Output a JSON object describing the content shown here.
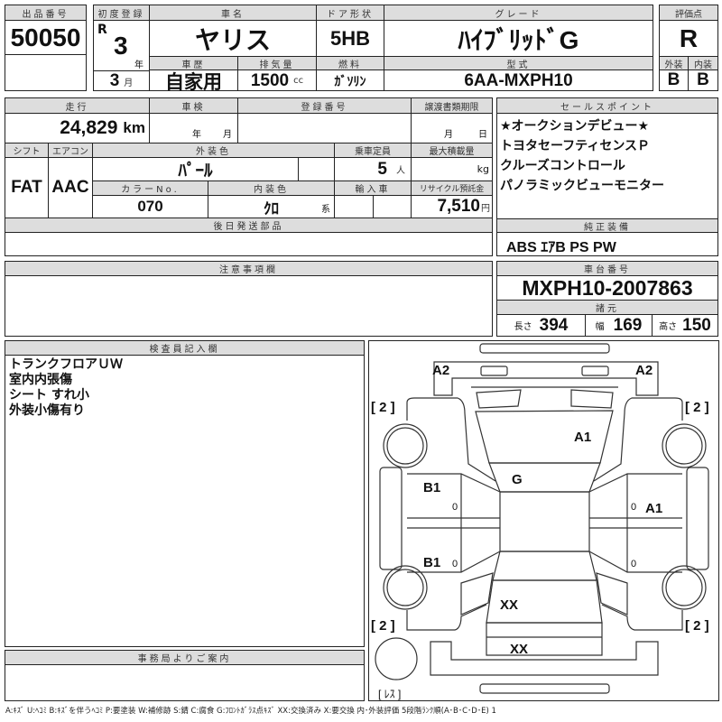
{
  "lot": {
    "label": "出品番号",
    "value": "50050"
  },
  "header": {
    "first_reg_label": "初度登録",
    "era": "R",
    "year": "3",
    "year_unit": "年",
    "month": "3",
    "month_unit": "月",
    "car_name_label": "車名",
    "car_name": "ヤリス",
    "history_label": "車歴",
    "history": "自家用",
    "displacement_label": "排気量",
    "displacement": "1500",
    "displacement_unit": "cc",
    "door_label": "ドア形状",
    "door": "5HB",
    "fuel_label": "燃料",
    "fuel": "ｶﾞｿﾘﾝ",
    "grade_label": "グレード",
    "grade": "ﾊｲﾌﾞﾘｯﾄﾞG",
    "model_label": "型式",
    "model": "6AA-MXPH10"
  },
  "score": {
    "label": "評価点",
    "value": "R",
    "exterior_label": "外装",
    "interior_label": "内装",
    "exterior": "B",
    "interior": "B"
  },
  "details": {
    "mileage_label": "走行",
    "mileage": "24,829",
    "mileage_unit": "km",
    "inspection_label": "車検",
    "inspection_year_unit": "年",
    "inspection_month_unit": "月",
    "reg_no_label": "登録番号",
    "transfer_label": "譲渡書類期限",
    "transfer_month_unit": "月",
    "transfer_day_unit": "日",
    "shift_label": "シフト",
    "shift": "FAT",
    "ac_label": "エアコン",
    "ac": "AAC",
    "ext_color_label": "外装色",
    "ext_color": "ﾊﾟｰﾙ",
    "capacity_label": "乗車定員",
    "capacity": "5",
    "capacity_unit": "人",
    "load_label": "最大積載量",
    "load_unit": "kg",
    "color_no_label": "カラーNo.",
    "color_no": "070",
    "int_color_label": "内装色",
    "int_color": "ｸﾛ",
    "int_color_suffix": "系",
    "import_label": "輸入車",
    "recycle_label": "リサイクル預託金",
    "recycle": "7,510",
    "recycle_unit": "円",
    "later_parts_label": "後日発送部品"
  },
  "sales_points": {
    "label": "セールスポイント",
    "items": [
      "★オークションデビュー★",
      "トヨタセーフティセンスＰ",
      "クルーズコントロール",
      "パノラミックビューモニター"
    ]
  },
  "equipment": {
    "label": "純正装備",
    "value": "ABS ｴｱB PS PW"
  },
  "notes": {
    "label": "注意事項欄"
  },
  "chassis": {
    "label": "車台番号",
    "value": "MXPH10-2007863",
    "spec_label": "諸元",
    "length_label": "長さ",
    "length": "394",
    "width_label": "幅",
    "width": "169",
    "height_label": "高さ",
    "height": "150"
  },
  "inspector": {
    "label": "検査員記入欄",
    "items": [
      "トランクフロアＵＷ",
      "室内内張傷",
      "シート すれ小",
      "外装小傷有り"
    ]
  },
  "office": {
    "label": "事務局よりご案内"
  },
  "diagram": {
    "marks": {
      "front_left": "A2",
      "front_right": "A2",
      "bonnet": "A1",
      "windshield": "G",
      "left_front_door": "B1",
      "left_rear_door": "B1",
      "right_front_door": "A1",
      "rear_hatch": "XX",
      "rear_bumper": "XX",
      "zero": "0",
      "tire_fl": "[ 2 ]",
      "tire_fr": "[ 2 ]",
      "tire_rl": "[ 2 ]",
      "tire_rr": "[ 2 ]",
      "spare": "[ ﾚｽ ]"
    }
  },
  "legend": "A:ｷｽﾞ U:ﾍｺﾐ B:ｷｽﾞを伴うﾍｺﾐ P:要塗装 W:補修跡 S:錆 C:腐食 G:ﾌﾛﾝﾄｶﾞﾗｽ点ｷｽﾞ XX:交換済み X:要交換 内･外装評価 5段階ﾗﾝｸ順(A･B･C･D･E) 1"
}
